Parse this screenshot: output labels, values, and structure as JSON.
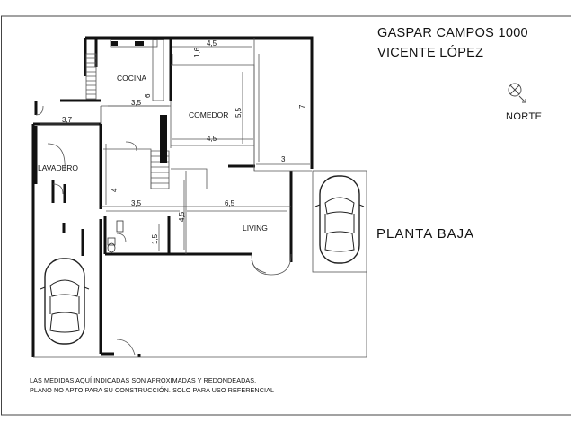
{
  "header": {
    "address_line_1": "GASPAR CAMPOS 1000",
    "address_line_2": "VICENTE LÓPEZ"
  },
  "plan_title": "PLANTA  BAJA",
  "compass": {
    "label": "NORTE",
    "icon": "north-arrow-icon"
  },
  "rooms": {
    "cocina": "COCINA",
    "comedor": "COMEDOR",
    "lavadero": "LAVADERO",
    "living": "LIVING"
  },
  "dimensions": {
    "d_4_5_top": "4,5",
    "d_1_6": "1,6",
    "d_7": "7",
    "d_3_7": "3,7",
    "d_3_5_cocina": "3,5",
    "d_6": "6",
    "d_5_5": "5,5",
    "d_4_5_comedor": "4,5",
    "d_3": "3",
    "d_4": "4",
    "d_3_5_hall": "3,5",
    "d_6_5": "6,5",
    "d_4_5_living": "4,5",
    "d_1_5": "1,5"
  },
  "footnote": {
    "line_1": "LAS MEDIDAS AQUÍ INDICADAS SON APROXIMADAS Y REDONDEADAS.",
    "line_2": "PLANO NO APTO PARA SU CONSTRUCCIÓN. SOLO PARA USO REFERENCIAL"
  },
  "colors": {
    "wall": "#111111",
    "line": "#555555",
    "background": "#ffffff"
  }
}
